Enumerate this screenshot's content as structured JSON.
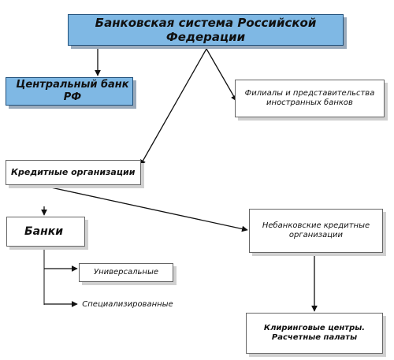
{
  "diagram": {
    "root": "Банковская система Российской Федерации",
    "central_bank": "Центральный банк РФ",
    "foreign_branches": "Филиалы и представительства иностранных банков",
    "credit_orgs": "Кредитные организации",
    "banks": "Банки",
    "non_bank_credit_orgs": "Небанковские кредитные организации",
    "universal": "Универсальные",
    "specialized": "Специализированные",
    "clearing": "Клиринговые центры. Расчетные палаты"
  },
  "colors": {
    "root_fill": "#7fb8e4",
    "central_bank_fill": "#7fb8e4",
    "box_fill": "#ffffff",
    "shadow": "#d0d0d0",
    "arrow": "#111111"
  }
}
